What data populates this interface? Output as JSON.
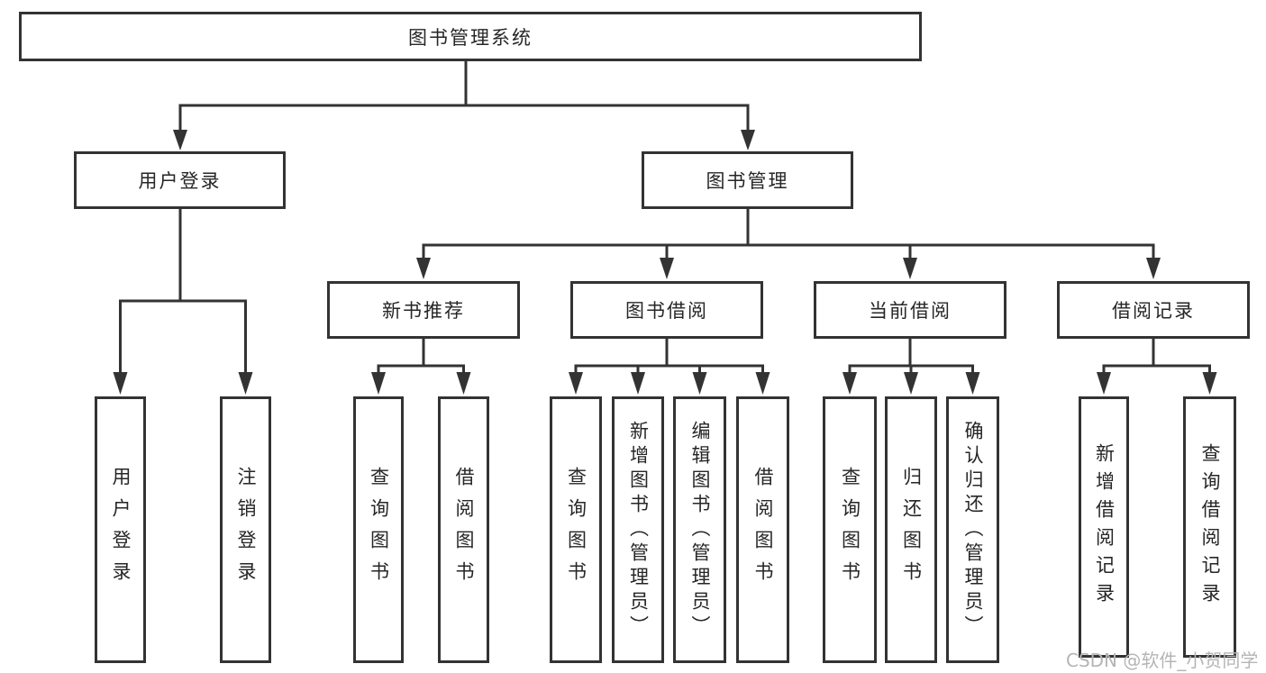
{
  "diagram_title": "图书管理系统",
  "colors": {
    "line": "#333333",
    "text": "#262626",
    "background": "#ffffff",
    "watermark": "#b5b5b5"
  },
  "nodes": {
    "root": "图书管理系统",
    "user_login": "用户登录",
    "book_mgmt": "图书管理",
    "new_book_rec": "新书推荐",
    "book_borrow": "图书借阅",
    "current_borrow": "当前借阅",
    "borrow_record": "借阅记录",
    "leaves": {
      "user_login": [
        "用户登录",
        "注销登录"
      ],
      "new_book_rec": [
        "查询图书",
        "借阅图书"
      ],
      "book_borrow": [
        "查询图书",
        "新增图书（管理员）",
        "编辑图书（管理员）",
        "借阅图书"
      ],
      "current_borrow": [
        "查询图书",
        "归还图书",
        "确认归还（管理员）"
      ],
      "borrow_record": [
        "新增借阅记录",
        "查询借阅记录"
      ]
    }
  },
  "watermark": "CSDN @软件_小贺同学"
}
